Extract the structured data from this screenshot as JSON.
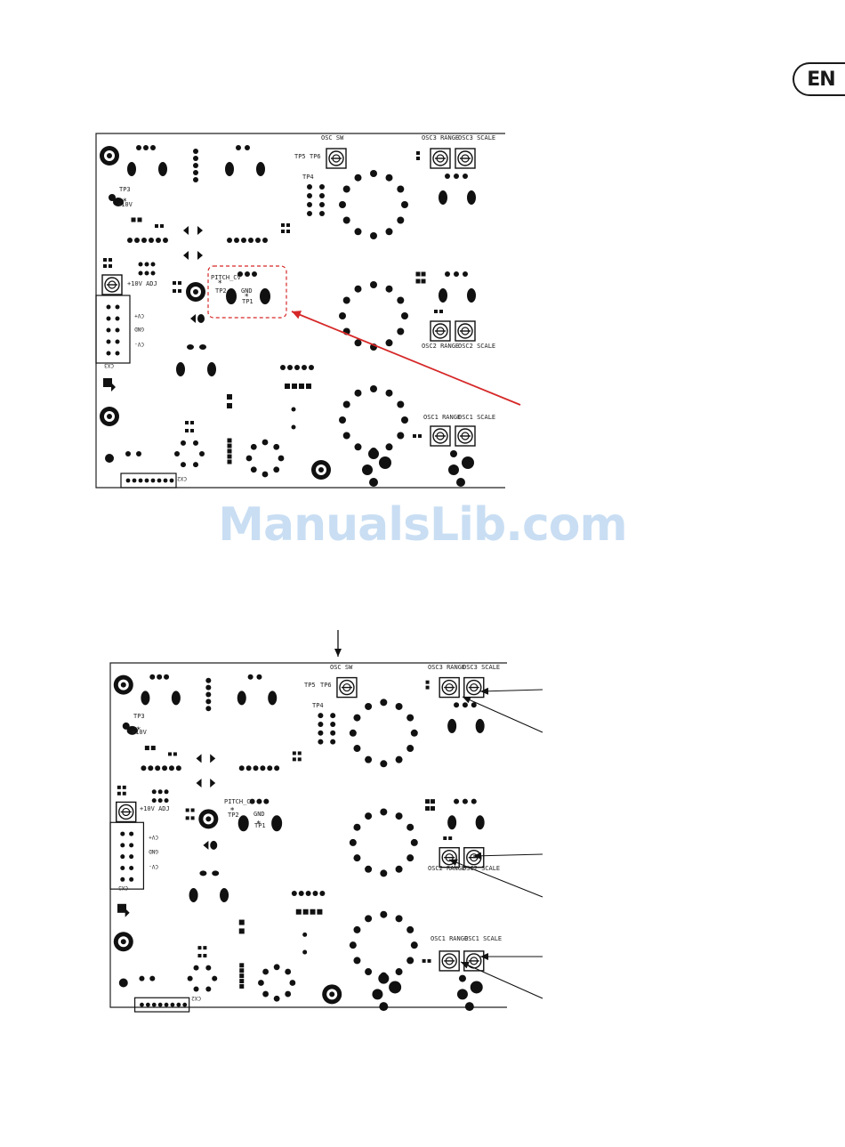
{
  "page": {
    "lang_badge": "EN",
    "watermark": "ManualsLib.com"
  },
  "diagram_top": {
    "labels": {
      "osc_sw": "OSC SW",
      "osc3_range": "OSC3 RANGE",
      "osc3_scale": "OSC3 SCALE",
      "osc2_range": "OSC2 RANGE",
      "osc2_scale": "OSC2 SCALE",
      "osc1_range": "OSC1 RANGE",
      "osc1_scale": "OSC1 SCALE",
      "tp1": "TP1",
      "tp2": "TP2",
      "tp3": "TP3",
      "tp4": "TP4",
      "tp5": "TP5",
      "tp6": "TP6",
      "pitch_cv": "PITCH_CV",
      "gnd": "GND",
      "plus10v": "+10V",
      "plus10v_adj": "+10V ADJ",
      "cv_plus": "CV+",
      "cv_gnd": "GND",
      "cv_minus": "CV-",
      "cx3": "CX3",
      "cx2": "CX2"
    },
    "callout_color": "#d62828"
  },
  "diagram_bottom": {
    "labels": {
      "osc_sw": "OSC SW",
      "osc3_range": "OSC3 RANGE",
      "osc3_scale": "OSC3 SCALE",
      "osc2_range": "OSC2 RANGE",
      "osc2_scale": "OSC2 SCALE",
      "osc1_range": "OSC1 RANGE",
      "osc1_scale": "OSC1 SCALE",
      "tp1": "TP1",
      "tp2": "TP2",
      "tp3": "TP3",
      "tp4": "TP4",
      "tp5": "TP5",
      "tp6": "TP6",
      "pitch_cv": "PITCH_CV",
      "gnd": "GND",
      "plus10v": "+10V",
      "plus10v_adj": "+10V ADJ",
      "cv_plus": "CV+",
      "cv_gnd": "GND",
      "cv_minus": "CV-",
      "cx3": "CX3",
      "cx2": "CX2"
    }
  }
}
